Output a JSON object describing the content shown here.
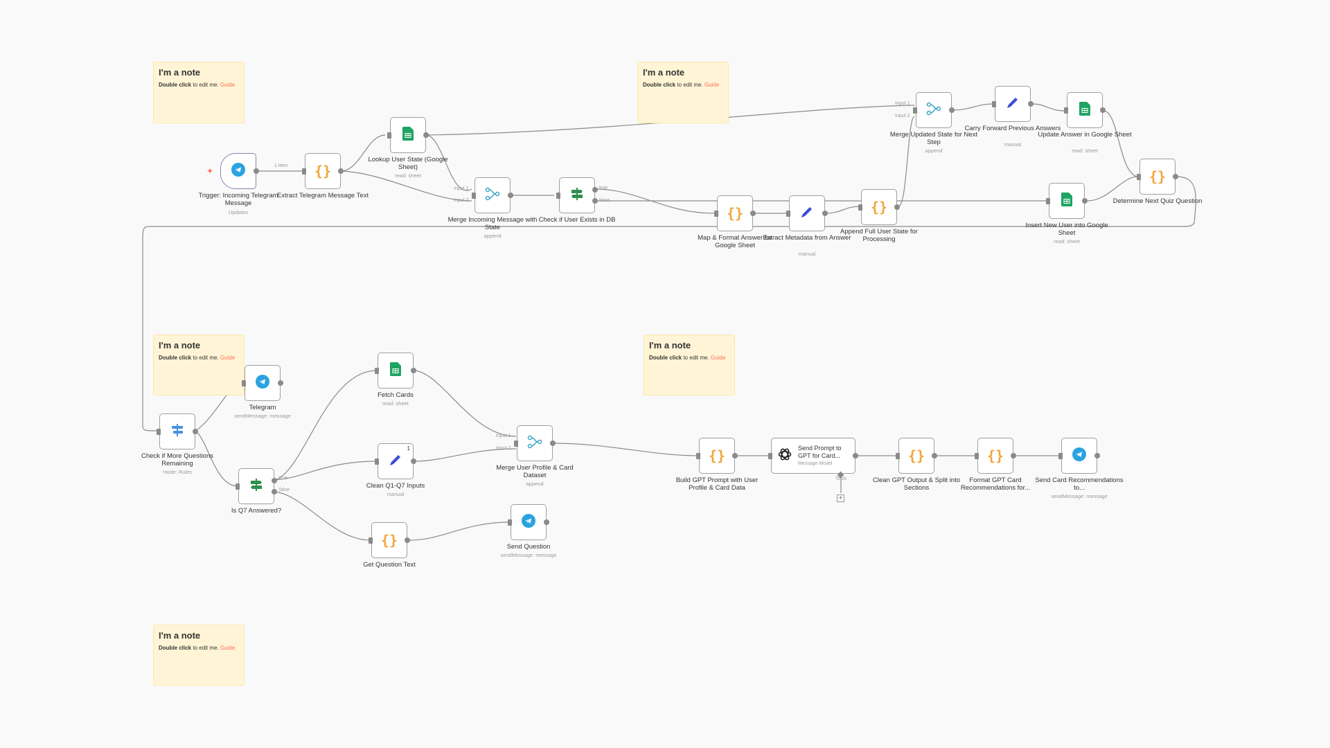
{
  "notes": [
    {
      "title": "I'm a note",
      "bold": "Double click",
      "text": " to edit me. ",
      "link": "Guide"
    },
    {
      "title": "I'm a note",
      "bold": "Double click",
      "text": " to edit me. ",
      "link": "Guide"
    },
    {
      "title": "I'm a note",
      "bold": "Double click",
      "text": " to edit me. ",
      "link": "Guide"
    },
    {
      "title": "I'm a note",
      "bold": "Double click",
      "text": " to edit me. ",
      "link": "Guide"
    },
    {
      "title": "I'm a note",
      "bold": "Double click",
      "text": " to edit me. ",
      "link": "Guide"
    }
  ],
  "nodes": {
    "trigger": {
      "label": "Trigger: Incoming Telegram Message",
      "sub": "Updates",
      "icon": "telegram-icon"
    },
    "extract_text": {
      "label": "Extract Telegram Message Text",
      "sub": "",
      "icon": "code-icon"
    },
    "lookup": {
      "label": "Lookup User State (Google Sheet)",
      "sub": "read: sheet",
      "icon": "google-sheets-icon"
    },
    "merge_incoming": {
      "label": "Merge Incoming Message with State",
      "sub": "append",
      "icon": "merge-icon"
    },
    "check_user": {
      "label": "Check if User Exists in DB",
      "sub": "",
      "icon": "if-icon"
    },
    "map_format": {
      "label": "Map & Format Answer for Google Sheet",
      "sub": "",
      "icon": "code-icon"
    },
    "extract_meta": {
      "label": "Extract Metadata from Answer",
      "sub": "manual",
      "icon": "edit-icon"
    },
    "append_state": {
      "label": "Append Full User State for Processing",
      "sub": "",
      "icon": "code-icon"
    },
    "merge_updated": {
      "label": "Merge Updated State for Next Step",
      "sub": "append",
      "icon": "merge-icon"
    },
    "carry_forward": {
      "label": "Carry Forward Previous Answers",
      "sub": "manual",
      "icon": "edit-icon"
    },
    "update_answer": {
      "label": "Update Answer in Google Sheet",
      "sub": "read: sheet",
      "icon": "google-sheets-icon"
    },
    "insert_user": {
      "label": "Insert New User into Google Sheet",
      "sub": "read: sheet",
      "icon": "google-sheets-icon"
    },
    "next_question": {
      "label": "Determine Next Quiz Question",
      "sub": "",
      "icon": "code-icon"
    },
    "check_more": {
      "label": "Check if More Questions Remaining",
      "sub": "mode: Rules",
      "icon": "switch-icon"
    },
    "telegram": {
      "label": "Telegram",
      "sub": "sendMessage: message",
      "icon": "telegram-icon"
    },
    "is_q7": {
      "label": "Is Q7 Answered?",
      "sub": "",
      "icon": "if-icon"
    },
    "fetch_cards": {
      "label": "Fetch Cards",
      "sub": "read: sheet",
      "icon": "google-sheets-icon"
    },
    "clean_inputs": {
      "label": "Clean Q1-Q7 Inputs",
      "sub": "manual",
      "icon": "edit-icon"
    },
    "get_question": {
      "label": "Get Question Text",
      "sub": "",
      "icon": "code-icon"
    },
    "merge_profile": {
      "label": "Merge User Profile & Card Dataset",
      "sub": "append",
      "icon": "merge-icon"
    },
    "send_question": {
      "label": "Send Question",
      "sub": "sendMessage: message",
      "icon": "telegram-icon"
    },
    "build_prompt": {
      "label": "Build GPT Prompt with User Profile & Card Data",
      "sub": "",
      "icon": "code-icon"
    },
    "send_prompt": {
      "label": "Send Prompt to GPT for Card...",
      "sub": "Message Model",
      "icon": "openai-icon"
    },
    "clean_output": {
      "label": "Clean GPT Output & Split into Sections",
      "sub": "",
      "icon": "code-icon"
    },
    "format_recs": {
      "label": "Format GPT Card Recommendations for...",
      "sub": "",
      "icon": "code-icon"
    },
    "send_recs": {
      "label": "Send Card Recommendations to...",
      "sub": "sendMessage: message",
      "icon": "telegram-icon"
    }
  },
  "edge_labels": {
    "one_item": "1 item",
    "input1": "Input 1",
    "input2": "Input 2",
    "true": "true",
    "false": "false",
    "tools": "Tools",
    "clean_badge": "1"
  },
  "colors": {
    "telegram": "#2aa3df",
    "code": "#f2a43a",
    "sheets": "#1fa463",
    "merge": "#3ba6c6",
    "edit": "#3b4dd4",
    "if": "#2f8f4e",
    "switch": "#4a90e2",
    "note_bg": "#fff5d6",
    "link": "#ff6d5a",
    "edge": "#8a8a8a"
  }
}
